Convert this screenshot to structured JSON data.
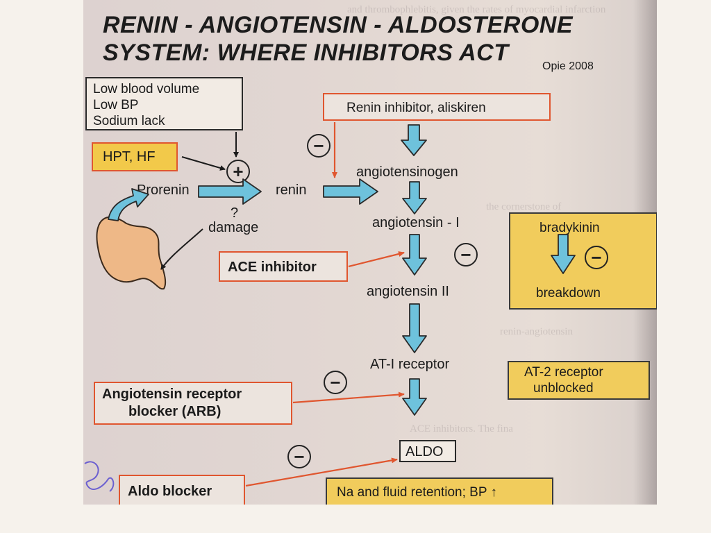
{
  "title_line1": "RENIN - ANGIOTENSIN - ALDOSTERONE",
  "title_line2": "SYSTEM: WHERE INHIBITORS ACT",
  "credit": "Opie 2008",
  "triggers": [
    "Low blood volume",
    "Low BP",
    "Sodium lack"
  ],
  "hpt_hf": "HPT, HF",
  "plus_symbol": "+",
  "minus_symbol": "−",
  "question_mark": "?",
  "prorenin": "Prorenin",
  "renin": "renin",
  "damage": "damage",
  "renin_inhibitor": "Renin inhibitor, aliskiren",
  "angiotensinogen": "angiotensinogen",
  "angiotensin_1": "angiotensin - I",
  "ace_inhibitor": "ACE inhibitor",
  "angiotensin_2": "angiotensin  II",
  "bradykinin": "bradykinin",
  "breakdown": "breakdown",
  "at1_receptor": "AT-I receptor",
  "at2_receptor_line1": "AT-2 receptor",
  "at2_receptor_line2": "unblocked",
  "arb_line1": "Angiotensin receptor",
  "arb_line2": "blocker (ARB)",
  "aldo": "ALDO",
  "aldo_blocker": "Aldo blocker",
  "na_retention": "Na and fluid retention; BP ↑",
  "colors": {
    "inhibitor_border": "#e0562f",
    "highlight_yellow": "#f2c94a",
    "arrow_blue": "#6ec2dc",
    "kidney": "#eeb887"
  }
}
